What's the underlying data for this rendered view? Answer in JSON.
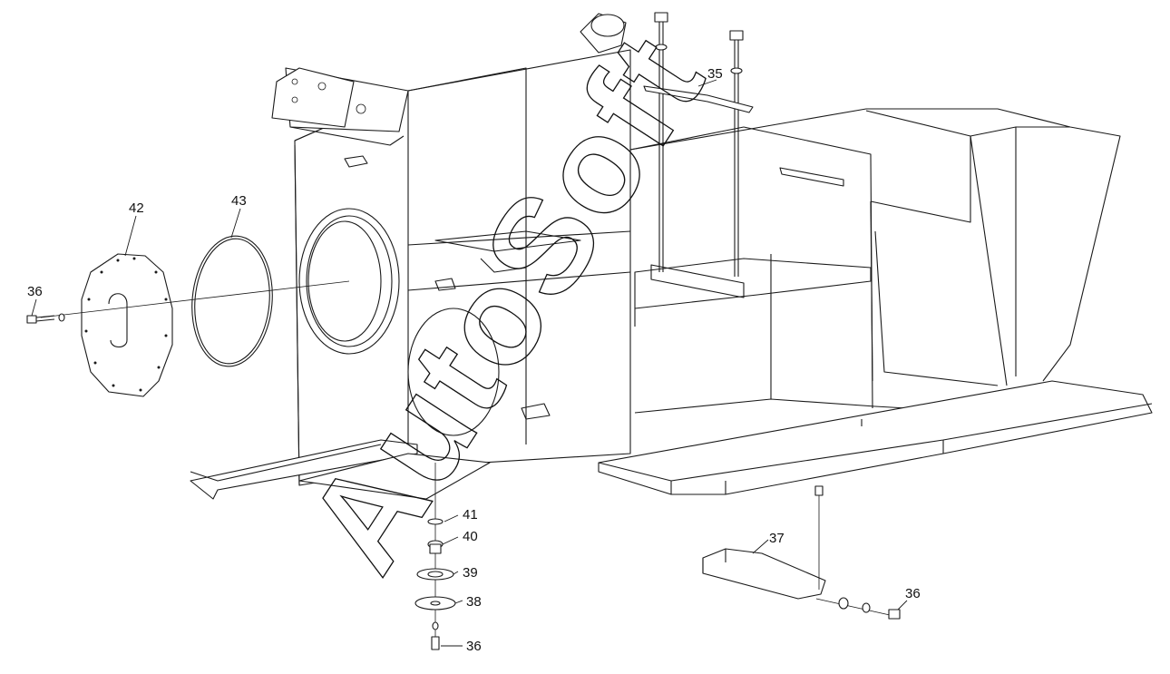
{
  "watermark": "AutoSoft",
  "callouts": [
    {
      "id": "c35",
      "text": "35"
    },
    {
      "id": "c42",
      "text": "42"
    },
    {
      "id": "c43",
      "text": "43"
    },
    {
      "id": "c36a",
      "text": "36"
    },
    {
      "id": "c41",
      "text": "41"
    },
    {
      "id": "c40",
      "text": "40"
    },
    {
      "id": "c39",
      "text": "39"
    },
    {
      "id": "c38",
      "text": "38"
    },
    {
      "id": "c36b",
      "text": "36"
    },
    {
      "id": "c37",
      "text": "37"
    },
    {
      "id": "c36c",
      "text": "36"
    }
  ],
  "colors": {
    "line": "#1a1a1a",
    "background": "#ffffff"
  }
}
